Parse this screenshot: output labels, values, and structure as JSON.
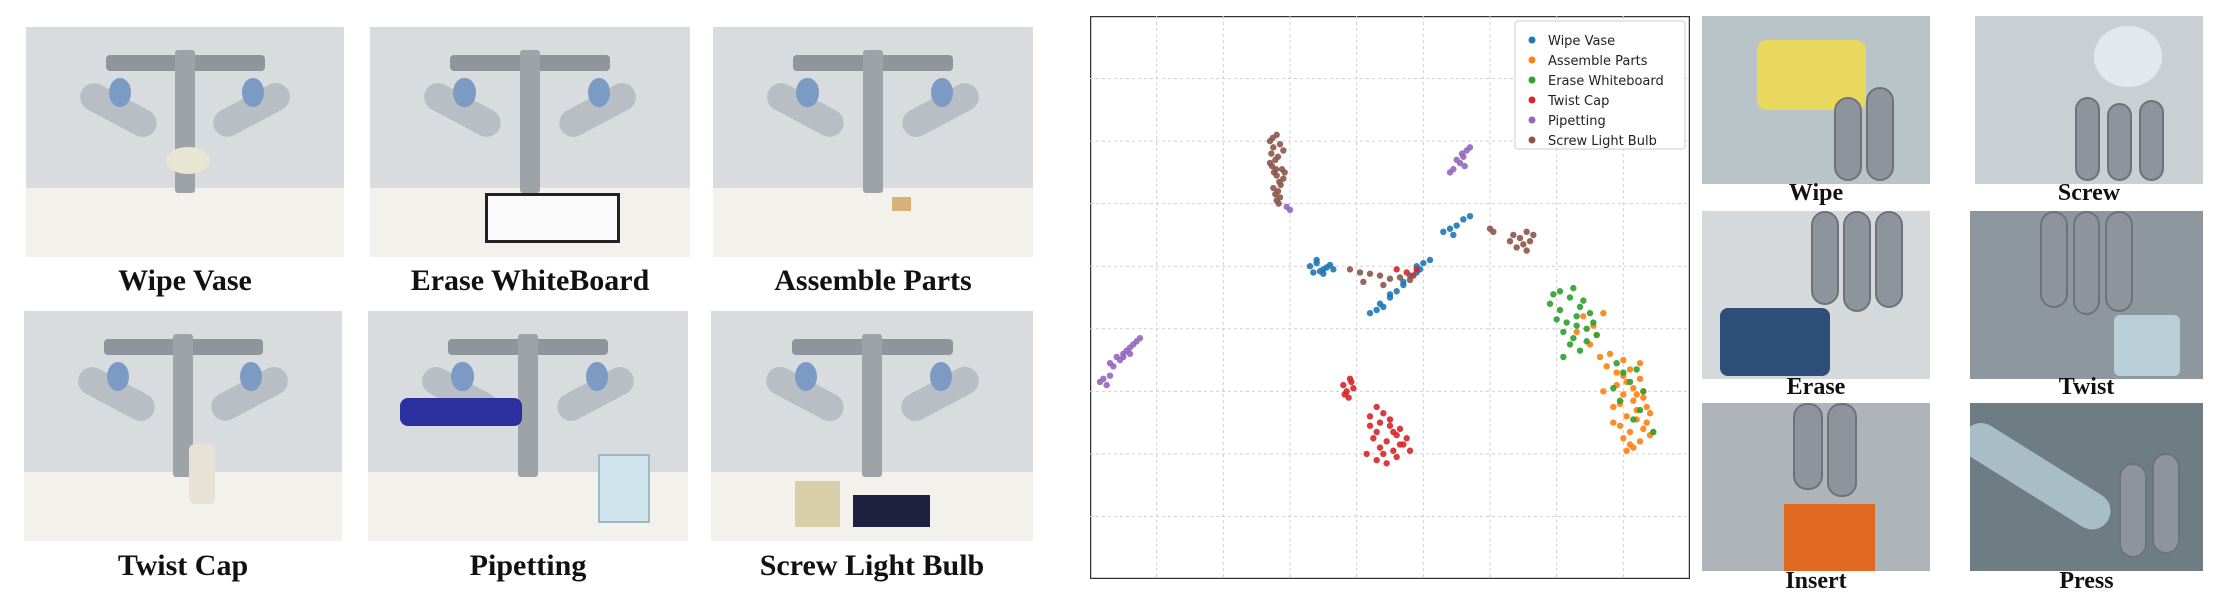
{
  "task_panels": [
    {
      "caption": "Wipe Vase"
    },
    {
      "caption": "Erase WhiteBoard"
    },
    {
      "caption": "Assemble Parts"
    },
    {
      "caption": "Twist Cap"
    },
    {
      "caption": "Pipetting"
    },
    {
      "caption": "Screw Light Bulb"
    }
  ],
  "zoom_panels": [
    {
      "caption": "Wipe"
    },
    {
      "caption": "Screw"
    },
    {
      "caption": "Erase"
    },
    {
      "caption": "Twist"
    },
    {
      "caption": "Insert"
    },
    {
      "caption": "Press"
    }
  ],
  "colors": {
    "Wipe Vase": "#1f77b4",
    "Assemble Parts": "#ff7f0e",
    "Erase Whiteboard": "#2ca02c",
    "Twist Cap": "#d62728",
    "Pipetting": "#9467bd",
    "Screw Light Bulb": "#8c564b"
  },
  "chart_data": {
    "type": "scatter",
    "title": "",
    "xlabel": "",
    "ylabel": "",
    "xlim": [
      0,
      9
    ],
    "ylim": [
      0,
      9
    ],
    "grid": true,
    "tick_labels_shown": false,
    "legend": "top-right",
    "series": [
      {
        "name": "Wipe Vase",
        "clusters": [
          {
            "x": [
              4.3,
              4.9,
              4.5,
              5.1,
              4.7,
              4.4,
              4.8,
              4.6,
              5.0,
              4.5,
              4.2,
              4.9,
              4.7,
              4.35,
              4.95
            ],
            "y": [
              4.3,
              4.9,
              4.5,
              5.1,
              4.7,
              4.35,
              4.85,
              4.6,
              5.05,
              4.55,
              4.25,
              5.0,
              4.75,
              4.4,
              4.95
            ]
          },
          {
            "x": [
              3.3,
              3.5,
              3.4,
              3.45,
              3.55,
              3.35,
              3.6,
              3.5,
              3.4,
              3.65
            ],
            "y": [
              5.0,
              4.95,
              5.05,
              4.92,
              4.98,
              4.9,
              5.02,
              4.88,
              5.1,
              4.95
            ]
          },
          {
            "x": [
              5.3,
              5.5,
              5.4,
              5.6,
              5.45,
              5.7
            ],
            "y": [
              5.55,
              5.65,
              5.6,
              5.75,
              5.5,
              5.8
            ]
          }
        ]
      },
      {
        "name": "Assemble Parts",
        "clusters": [
          {
            "x": [
              7.8,
              8.0,
              8.1,
              8.25,
              7.9,
              8.0,
              8.15,
              8.3,
              7.85,
              8.05,
              8.2,
              8.35,
              7.95,
              8.1,
              8.0,
              8.25,
              8.4,
              7.9,
              8.05,
              8.3,
              8.15,
              7.75,
              8.2,
              8.4,
              8.1,
              7.95,
              8.3,
              8.0,
              8.15,
              8.35,
              8.25,
              7.85,
              8.05,
              8.2,
              8.45,
              7.7
            ],
            "y": [
              3.6,
              3.5,
              3.35,
              3.2,
              3.1,
              2.95,
              3.05,
              2.9,
              2.75,
              2.6,
              2.7,
              2.5,
              2.45,
              2.35,
              2.25,
              2.2,
              2.3,
              3.3,
              3.15,
              3.0,
              2.85,
              3.4,
              2.55,
              2.65,
              2.15,
              2.8,
              2.4,
              3.25,
              2.1,
              2.75,
              3.45,
              2.5,
              2.05,
              2.95,
              2.35,
              3.0
            ]
          },
          {
            "x": [
              7.4,
              7.55,
              7.6,
              7.7,
              7.5,
              7.65,
              7.3
            ],
            "y": [
              4.2,
              4.05,
              3.9,
              4.25,
              3.75,
              3.55,
              3.95
            ]
          }
        ]
      },
      {
        "name": "Erase Whiteboard",
        "clusters": [
          {
            "x": [
              6.9,
              7.05,
              7.2,
              7.35,
              7.0,
              7.15,
              7.3,
              7.45,
              7.1,
              7.25,
              6.95,
              7.4,
              7.5,
              7.2,
              7.05,
              7.35,
              7.55,
              7.6,
              7.25,
              7.1,
              7.45,
              7.3
            ],
            "y": [
              4.4,
              4.3,
              4.5,
              4.35,
              4.15,
              4.1,
              4.2,
              4.0,
              3.95,
              3.85,
              4.55,
              4.45,
              4.25,
              3.75,
              4.6,
              3.65,
              4.1,
              3.9,
              4.65,
              3.55,
              3.8,
              4.05
            ]
          },
          {
            "x": [
              7.9,
              8.0,
              8.1,
              7.85,
              8.2,
              8.3,
              7.95,
              8.25,
              8.45,
              8.15
            ],
            "y": [
              3.45,
              3.3,
              3.15,
              3.05,
              3.35,
              3.0,
              2.85,
              2.7,
              2.35,
              2.55
            ]
          }
        ]
      },
      {
        "name": "Twist Cap",
        "clusters": [
          {
            "x": [
              3.8,
              3.85,
              3.9,
              3.82,
              3.95,
              3.88,
              3.92
            ],
            "y": [
              3.1,
              3.0,
              3.2,
              2.95,
              3.05,
              2.9,
              3.15
            ]
          },
          {
            "x": [
              4.2,
              4.35,
              4.5,
              4.6,
              4.3,
              4.45,
              4.7,
              4.25,
              4.55,
              4.4,
              4.65,
              4.15,
              4.5,
              4.35,
              4.75,
              4.6,
              4.3,
              4.45,
              4.55,
              4.2,
              4.4,
              4.8,
              4.65,
              4.3
            ],
            "y": [
              2.6,
              2.5,
              2.45,
              2.3,
              2.35,
              2.2,
              2.15,
              2.25,
              2.05,
              2.0,
              2.4,
              2.0,
              2.55,
              2.1,
              2.25,
              1.95,
              1.9,
              1.85,
              2.35,
              2.45,
              2.65,
              2.05,
              2.15,
              2.75
            ]
          },
          {
            "x": [
              4.6,
              4.75,
              4.85,
              4.9
            ],
            "y": [
              4.95,
              4.9,
              4.85,
              4.95
            ]
          }
        ]
      },
      {
        "name": "Pipetting",
        "clusters": [
          {
            "x": [
              0.3,
              0.4,
              0.5,
              0.6,
              0.7,
              0.45,
              0.55,
              0.65,
              0.35,
              0.75,
              0.5,
              0.6,
              0.2,
              0.15,
              0.25,
              0.3
            ],
            "y": [
              3.45,
              3.55,
              3.6,
              3.7,
              3.8,
              3.5,
              3.65,
              3.75,
              3.4,
              3.85,
              3.55,
              3.6,
              3.2,
              3.15,
              3.1,
              3.25
            ]
          },
          {
            "x": [
              5.45,
              5.55,
              5.6,
              5.65,
              5.5,
              5.7,
              5.58,
              5.62,
              5.4
            ],
            "y": [
              6.55,
              6.65,
              6.75,
              6.85,
              6.7,
              6.9,
              6.8,
              6.6,
              6.5
            ]
          },
          {
            "x": [
              2.95,
              3.0
            ],
            "y": [
              5.95,
              5.9
            ]
          }
        ]
      },
      {
        "name": "Screw Light Bulb",
        "clusters": [
          {
            "x": [
              2.7,
              2.75,
              2.8,
              2.72,
              2.85,
              2.78,
              2.9,
              2.73,
              2.82,
              2.88,
              2.76,
              2.8,
              2.7,
              2.84,
              2.9,
              2.75,
              2.86,
              2.78,
              2.82,
              2.74,
              2.8,
              2.85,
              2.92,
              2.79,
              2.83
            ],
            "y": [
              7.0,
              6.9,
              7.1,
              6.8,
              6.95,
              6.7,
              6.85,
              6.6,
              6.75,
              6.55,
              6.5,
              6.45,
              6.65,
              6.35,
              6.4,
              6.25,
              6.3,
              6.15,
              6.2,
              7.05,
              6.05,
              6.1,
              6.5,
              6.55,
              6.0
            ]
          },
          {
            "x": [
              3.9,
              4.05,
              4.2,
              4.35,
              4.5,
              4.65,
              4.8,
              4.1,
              4.4
            ],
            "y": [
              4.95,
              4.9,
              4.88,
              4.85,
              4.8,
              4.82,
              4.78,
              4.75,
              4.7
            ]
          },
          {
            "x": [
              6.35,
              6.45,
              6.55,
              6.6,
              6.5,
              6.4,
              6.65,
              6.3,
              6.55,
              6.0,
              6.05
            ],
            "y": [
              5.5,
              5.45,
              5.55,
              5.4,
              5.35,
              5.3,
              5.5,
              5.4,
              5.25,
              5.6,
              5.55
            ]
          }
        ]
      }
    ]
  }
}
